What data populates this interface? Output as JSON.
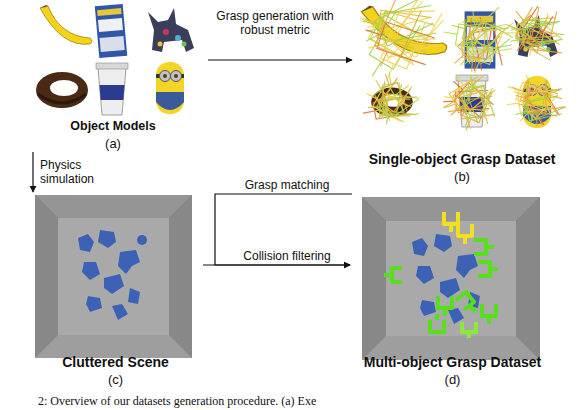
{
  "diagram": {
    "caption": "2: Overview of our datasets generation procedure. (a) Exe",
    "nodes": [
      {
        "text": [
          "Object Models",
          "(a)"
        ]
      },
      {
        "text": [
          "Single-object Grasp Dataset",
          "(b)"
        ]
      },
      {
        "text": [
          "Cluttered Scene",
          "(c)"
        ]
      },
      {
        "text": [
          "Multi-object Grasp Dataset",
          "(d)"
        ]
      }
    ],
    "edges": [
      {
        "from": 0,
        "to": 1,
        "arrow": "to",
        "label": "Grasp generation with robust metric"
      },
      {
        "from": 0,
        "to": 2,
        "arrow": "to",
        "label": "Physics simulation"
      },
      {
        "from": 1,
        "to": 3,
        "arrow": "to",
        "label": "Grasp matching"
      },
      {
        "from": 2,
        "to": 3,
        "arrow": "to",
        "label": "Collision filtering"
      }
    ]
  }
}
